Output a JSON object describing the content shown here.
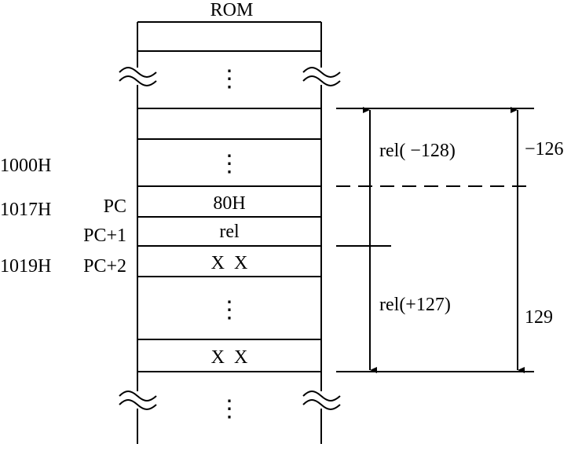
{
  "rom_title": "ROM",
  "addresses": {
    "a1000": "1000H",
    "a1017": "1017H",
    "a1019": "1019H"
  },
  "pointers": {
    "pc": "PC",
    "pc1": "PC+1",
    "pc2": "PC+2"
  },
  "cells": {
    "opcode": "80H",
    "rel": "rel",
    "xx1": "X  X",
    "xx2": "X  X",
    "ellipsis": "⋮"
  },
  "ranges": {
    "rel_neg": "rel( −128)",
    "rel_pos": "rel(+127)",
    "span_neg": "−126",
    "span_pos": "129"
  }
}
